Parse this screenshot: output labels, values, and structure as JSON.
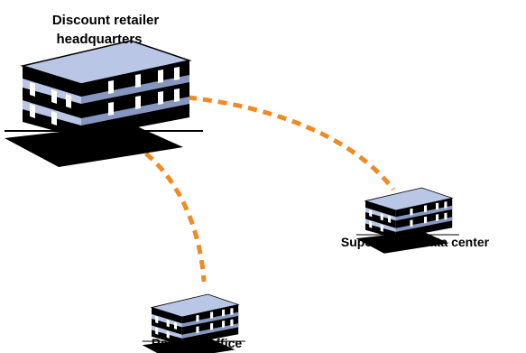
{
  "diagram": {
    "nodes": {
      "hq": {
        "label_line1": "Discount retailer",
        "label_line2": "headquarters",
        "icon": "office-building-icon"
      },
      "datacenter": {
        "label": "Supermarket data center",
        "icon": "office-building-icon"
      },
      "regional": {
        "label": "Regional office",
        "icon": "office-building-icon"
      }
    },
    "links": [
      {
        "from": "hq",
        "to": "datacenter",
        "style": "dashed"
      },
      {
        "from": "hq",
        "to": "regional",
        "style": "dashed"
      }
    ]
  },
  "colors": {
    "link": "#f08a24",
    "building_light": "#b9c6e6",
    "building_dark": "#8796bf",
    "building_edge": "#000000",
    "background": "#ffffff"
  }
}
